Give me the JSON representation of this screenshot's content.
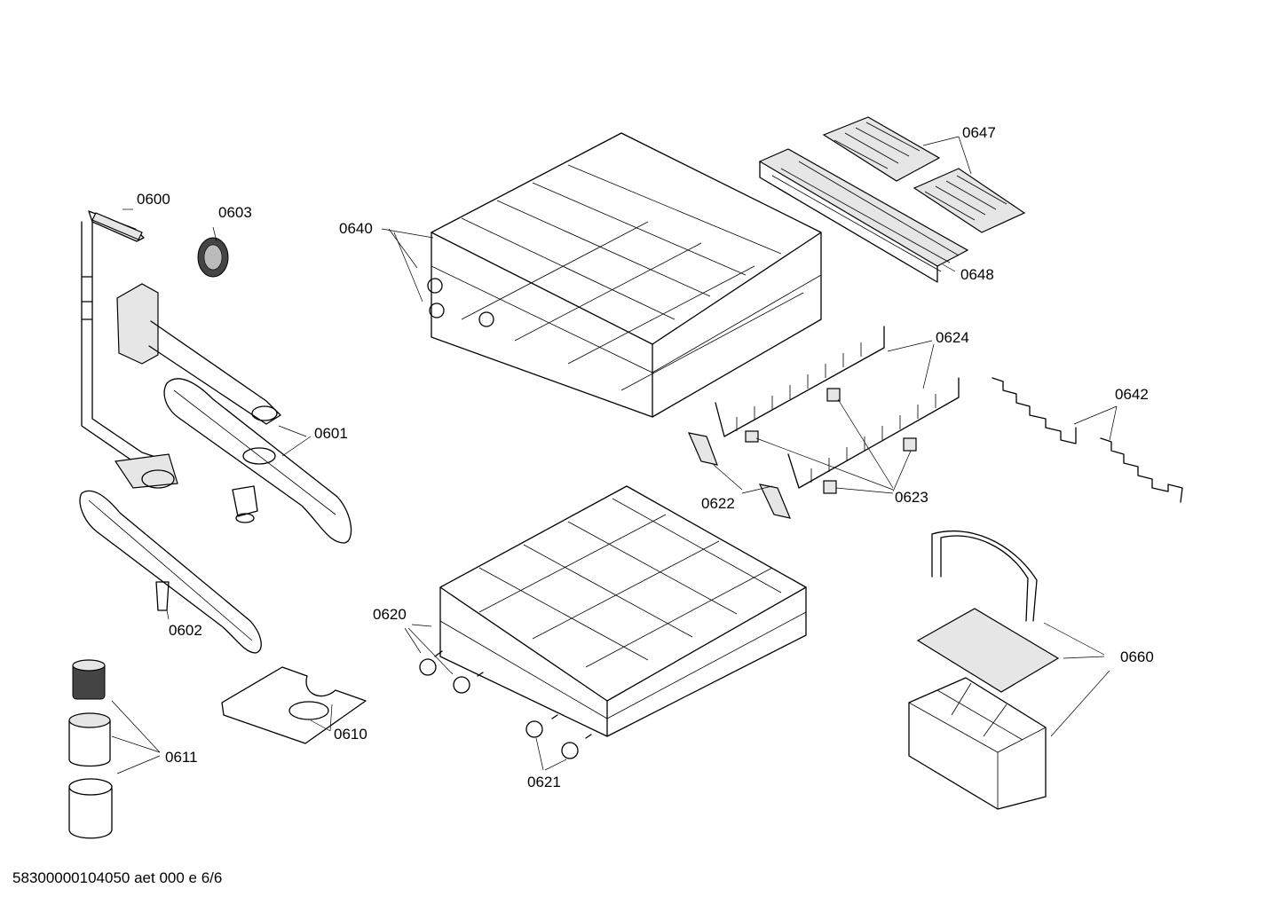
{
  "doc_code": "58300000104050 aet 000 e 6/6",
  "labels": {
    "p0600": "0600",
    "p0601": "0601",
    "p0602": "0602",
    "p0603": "0603",
    "p0610": "0610",
    "p0611": "0611",
    "p0620": "0620",
    "p0621": "0621",
    "p0622": "0622",
    "p0623": "0623",
    "p0624": "0624",
    "p0640": "0640",
    "p0642": "0642",
    "p0647": "0647",
    "p0648": "0648",
    "p0660": "0660"
  }
}
